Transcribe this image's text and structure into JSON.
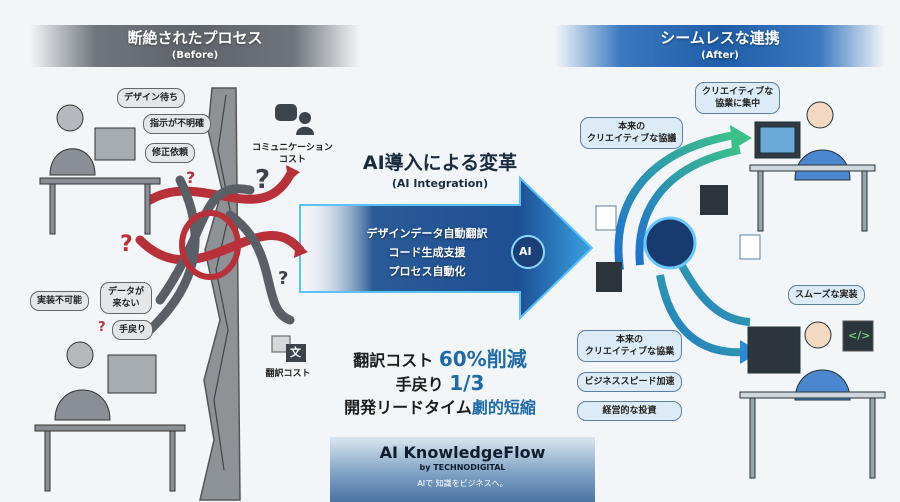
{
  "before": {
    "title": "断絶されたプロセス",
    "subtitle": "(Before)",
    "designer_bubbles": [
      "デザイン待ち",
      "指示が不明確",
      "修正依頼"
    ],
    "engineer_bubbles": [
      "実装不可能",
      "データが来ない",
      "手戻り"
    ],
    "communication_cost": [
      "コミュニケーション",
      "コスト"
    ],
    "translation_cost": "翻訳コスト",
    "translate_icon_glyph": "文",
    "question_mark": "?"
  },
  "center": {
    "title": "AI導入による変革",
    "subtitle": "(AI Integration)",
    "features": [
      "デザインデータ自動翻訳",
      "コード生成支援",
      "プロセス自動化"
    ],
    "ai_badge": "AI",
    "results": [
      {
        "text": "翻訳コスト ",
        "highlight": "60%削減"
      },
      {
        "text": "手戻り ",
        "highlight": "1/3"
      },
      {
        "text": "開発リードタイム",
        "highlight": "劇的短縮"
      }
    ]
  },
  "after": {
    "title": "シームレスな連携",
    "subtitle": "(After)",
    "designer_bubble": [
      "クリエイティブな",
      "協業に集中"
    ],
    "top_bubble": [
      "本来の",
      "クリエイティブな協議"
    ],
    "engineer_bubble": "スムーズな実装",
    "code_glyph": "</>",
    "benefits": [
      [
        "本来の",
        "クリエイティブな協業"
      ],
      [
        "ビジネススピード加速"
      ],
      [
        "経営的な投資"
      ]
    ]
  },
  "footer": {
    "brand": "AI KnowledgeFlow",
    "by": "by TECHNODIGITAL",
    "tagline": "AIで 知識をビジネスへ。"
  },
  "colors": {
    "before_gray": "#5e646a",
    "after_blue": "#1f5da8",
    "accent_red": "#b8313a",
    "highlight_blue": "#1f6aa8",
    "flow_green": "#3cc08a"
  }
}
